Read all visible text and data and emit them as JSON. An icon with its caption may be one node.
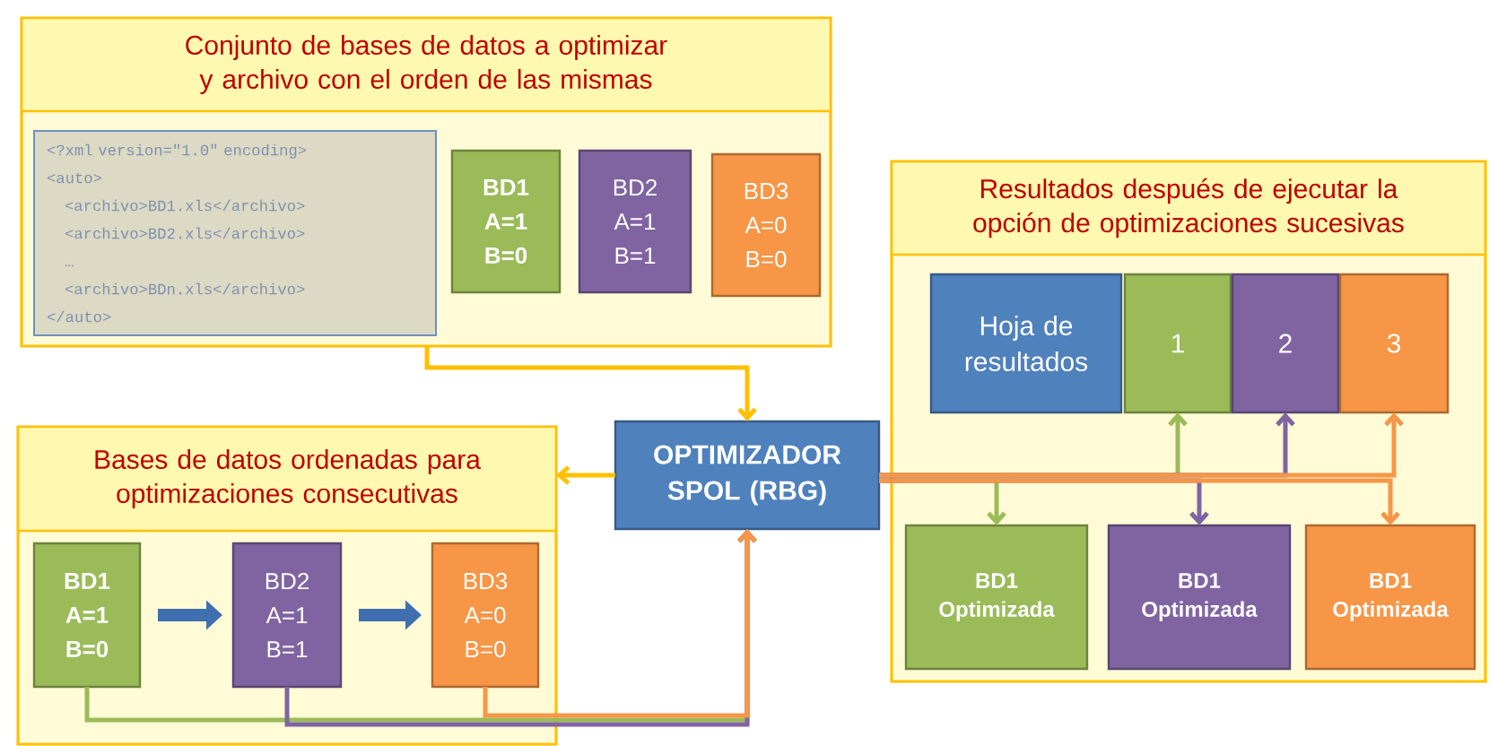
{
  "diagram": {
    "nodes": [
      {
        "text": [
          "Conjunto de bases de datos a optimizar y archivo con el orden de las mismas"
        ]
      },
      {
        "text": [
          "<?xml version=\"1.0\" encoding>",
          "<auto>",
          "<archivo>BD1.xls</archivo>",
          "<archivo>BD2.xls</archivo>",
          "…",
          "<archivo>BDn.xls</archivo>",
          "</auto>"
        ],
        "in": 0
      },
      {
        "text": [
          "BD1",
          "A=1",
          "B=0"
        ],
        "in": 0
      },
      {
        "text": [
          "BD2",
          "A=1",
          "B=1"
        ],
        "in": 0
      },
      {
        "text": [
          "BD3",
          "A=0",
          "B=0"
        ],
        "in": 0
      },
      {
        "text": [
          "OPTIMIZADOR SPOL (RBG)"
        ]
      },
      {
        "text": [
          "Bases de datos ordenadas para optimizaciones consecutivas"
        ]
      },
      {
        "text": [
          "BD1",
          "A=1",
          "B=0"
        ],
        "in": 6
      },
      {
        "text": [
          "BD2",
          "A=1",
          "B=1"
        ],
        "in": 6
      },
      {
        "text": [
          "BD3",
          "A=0",
          "B=0"
        ],
        "in": 6
      },
      {
        "text": [
          "Resultados después de ejecutar la opción de optimizaciones sucesivas"
        ]
      },
      {
        "text": [
          "Hoja de resultados"
        ],
        "in": 10
      },
      {
        "text": [
          "1"
        ],
        "in": 10
      },
      {
        "text": [
          "2"
        ],
        "in": 10
      },
      {
        "text": [
          "3"
        ],
        "in": 10
      },
      {
        "text": [
          "BD1 Optimizada"
        ],
        "in": 10
      },
      {
        "text": [
          "BD1 Optimizada"
        ],
        "in": 10
      },
      {
        "text": [
          "BD1 Optimizada"
        ],
        "in": 10
      }
    ],
    "edges": [
      {
        "from": 0,
        "to": 5,
        "arrow": "to",
        "color": "#ffc000"
      },
      {
        "from": 5,
        "to": 6,
        "arrow": "to",
        "color": "#ffc000"
      },
      {
        "from": 7,
        "to": 8,
        "arrow": "to",
        "style": "thick",
        "color": "#3f6fae"
      },
      {
        "from": 8,
        "to": 9,
        "arrow": "to",
        "style": "thick",
        "color": "#3f6fae"
      },
      {
        "from": 7,
        "to": 5,
        "arrow": "to",
        "color": "#9bbb59"
      },
      {
        "from": 8,
        "to": 5,
        "arrow": "to",
        "color": "#8064a2"
      },
      {
        "from": 9,
        "to": 5,
        "arrow": "to",
        "color": "#f79646"
      },
      {
        "from": 5,
        "to": 12,
        "arrow": "to",
        "color": "#9bbb59"
      },
      {
        "from": 5,
        "to": 13,
        "arrow": "to",
        "color": "#8064a2"
      },
      {
        "from": 5,
        "to": 14,
        "arrow": "to",
        "color": "#f79646"
      },
      {
        "from": 5,
        "to": 15,
        "arrow": "to",
        "color": "#9bbb59"
      },
      {
        "from": 5,
        "to": 16,
        "arrow": "to",
        "color": "#8064a2"
      },
      {
        "from": 5,
        "to": 17,
        "arrow": "to",
        "color": "#f79646"
      }
    ]
  }
}
